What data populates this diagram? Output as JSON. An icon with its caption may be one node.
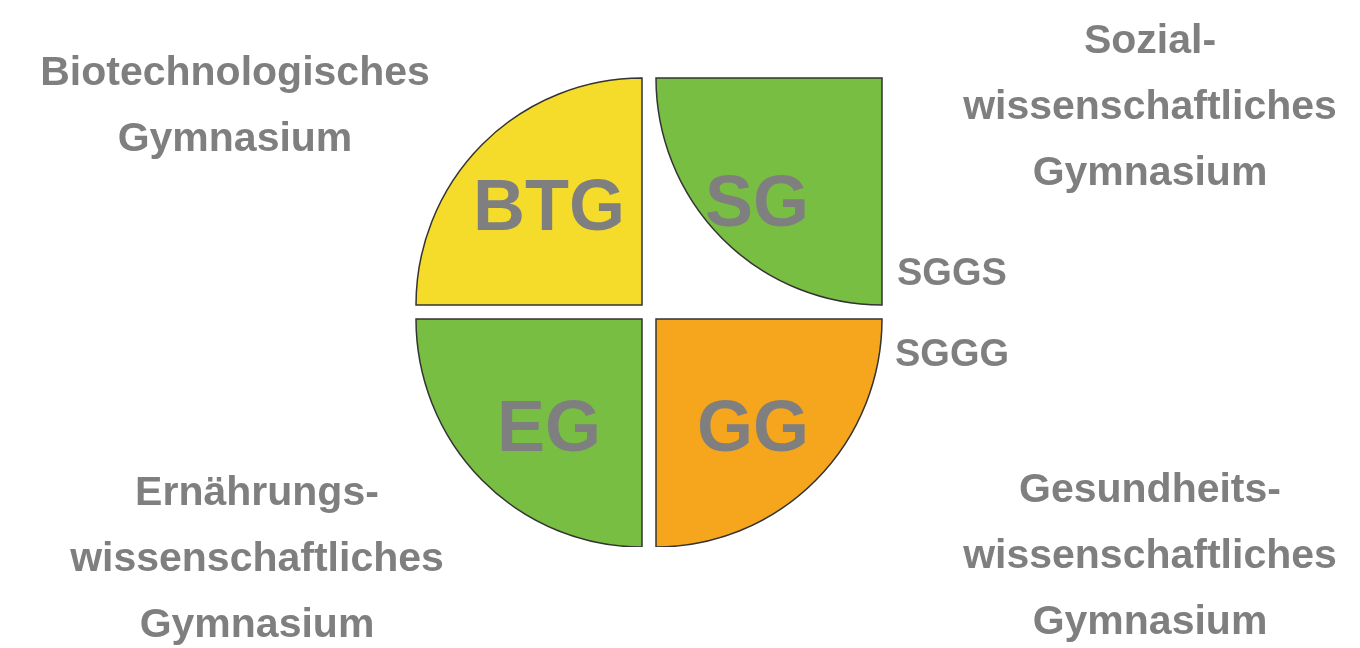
{
  "diagram": {
    "nodes": [
      {
        "text": [
          "BTG"
        ],
        "beside": [
          "Biotechnologisches Gymnasium"
        ]
      },
      {
        "text": [
          "SG"
        ],
        "beside": [
          "Sozial- wissenschaftliches Gymnasium"
        ]
      },
      {
        "text": [
          "EG"
        ],
        "beside": [
          "Ernährungs- wissenschaftliches Gymnasium"
        ]
      },
      {
        "text": [
          "GG"
        ],
        "beside": [
          "Gesundheits- wissenschaftliches Gymnasium"
        ]
      }
    ],
    "labels": [
      "SGGS",
      "SGGG"
    ]
  }
}
